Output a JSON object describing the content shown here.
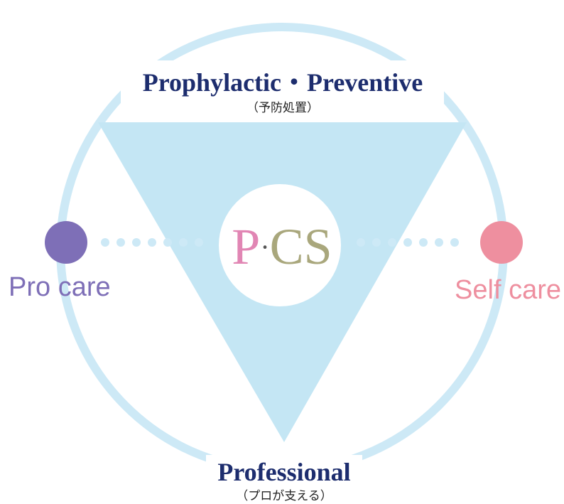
{
  "top": {
    "title": "Prophylactic・Preventive",
    "subtitle": "（予防処置）"
  },
  "bottom": {
    "title": "Professional",
    "subtitle": "（プロが支える）"
  },
  "left": {
    "label": "Pro care"
  },
  "right": {
    "label": "Self care"
  },
  "center": {
    "p": "P",
    "dot": "·",
    "cs": "CS"
  },
  "colors": {
    "circle": "#cde9f6",
    "triangle": "#c4e6f4",
    "title_navy": "#1d2d6e",
    "pro_care": "#7e6fb7",
    "self_care": "#ee8f9f",
    "logo_p": "#e186b4",
    "logo_cs": "#a9a77c",
    "dots": "#cde9f6"
  }
}
